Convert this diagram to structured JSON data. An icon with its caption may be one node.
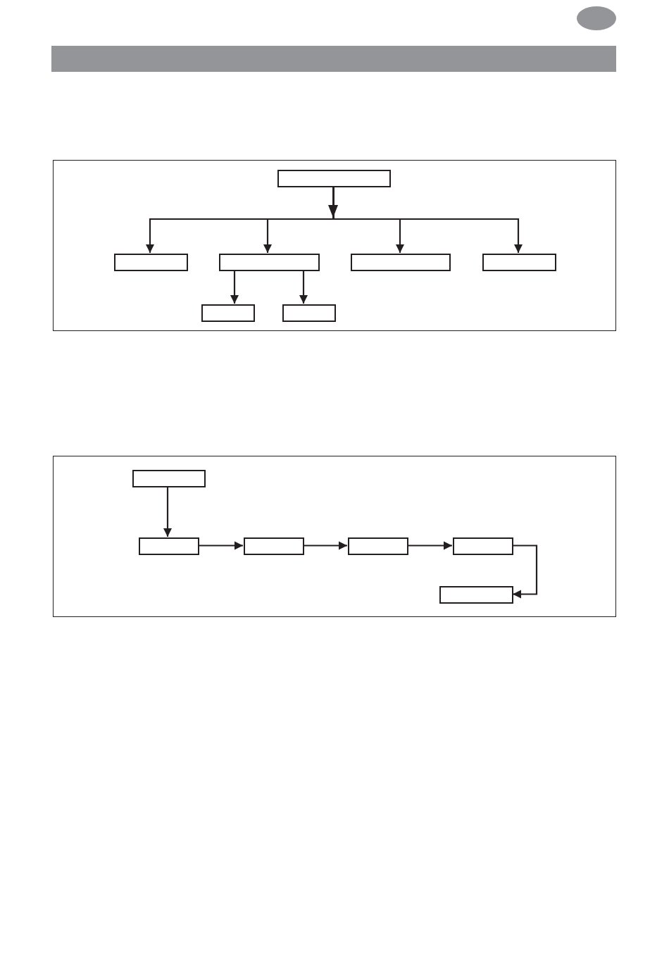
{
  "diagram": {
    "nodes": [
      {
        "text": [],
        "shape": "box"
      },
      {
        "text": [],
        "shape": "box",
        "in": 0
      },
      {
        "text": [],
        "shape": "box",
        "in": 0
      },
      {
        "text": [],
        "shape": "box",
        "in": 0
      },
      {
        "text": [],
        "shape": "box",
        "in": 0
      },
      {
        "text": [],
        "shape": "box",
        "in": 0
      },
      {
        "text": [],
        "shape": "box",
        "in": 0
      },
      {
        "text": [],
        "shape": "box",
        "in": 0
      },
      {
        "text": [],
        "shape": "box"
      },
      {
        "text": [],
        "shape": "box",
        "in": 8
      },
      {
        "text": [],
        "shape": "box",
        "in": 8
      },
      {
        "text": [],
        "shape": "box",
        "in": 8
      },
      {
        "text": [],
        "shape": "box",
        "in": 8
      },
      {
        "text": [],
        "shape": "box",
        "in": 8
      },
      {
        "text": [],
        "shape": "box",
        "in": 8
      }
    ],
    "edges": [
      {
        "from": 1,
        "to": 2,
        "arrow": "to"
      },
      {
        "from": 1,
        "to": 3,
        "arrow": "to"
      },
      {
        "from": 1,
        "to": 4,
        "arrow": "to"
      },
      {
        "from": 1,
        "to": 5,
        "arrow": "to"
      },
      {
        "from": 3,
        "to": 6,
        "arrow": "to"
      },
      {
        "from": 3,
        "to": 7,
        "arrow": "to"
      },
      {
        "from": 9,
        "to": 10,
        "arrow": "to"
      },
      {
        "from": 10,
        "to": 11,
        "arrow": "to"
      },
      {
        "from": 11,
        "to": 12,
        "arrow": "to"
      },
      {
        "from": 12,
        "to": 13,
        "arrow": "to"
      },
      {
        "from": 13,
        "to": 14,
        "arrow": "to"
      }
    ]
  }
}
